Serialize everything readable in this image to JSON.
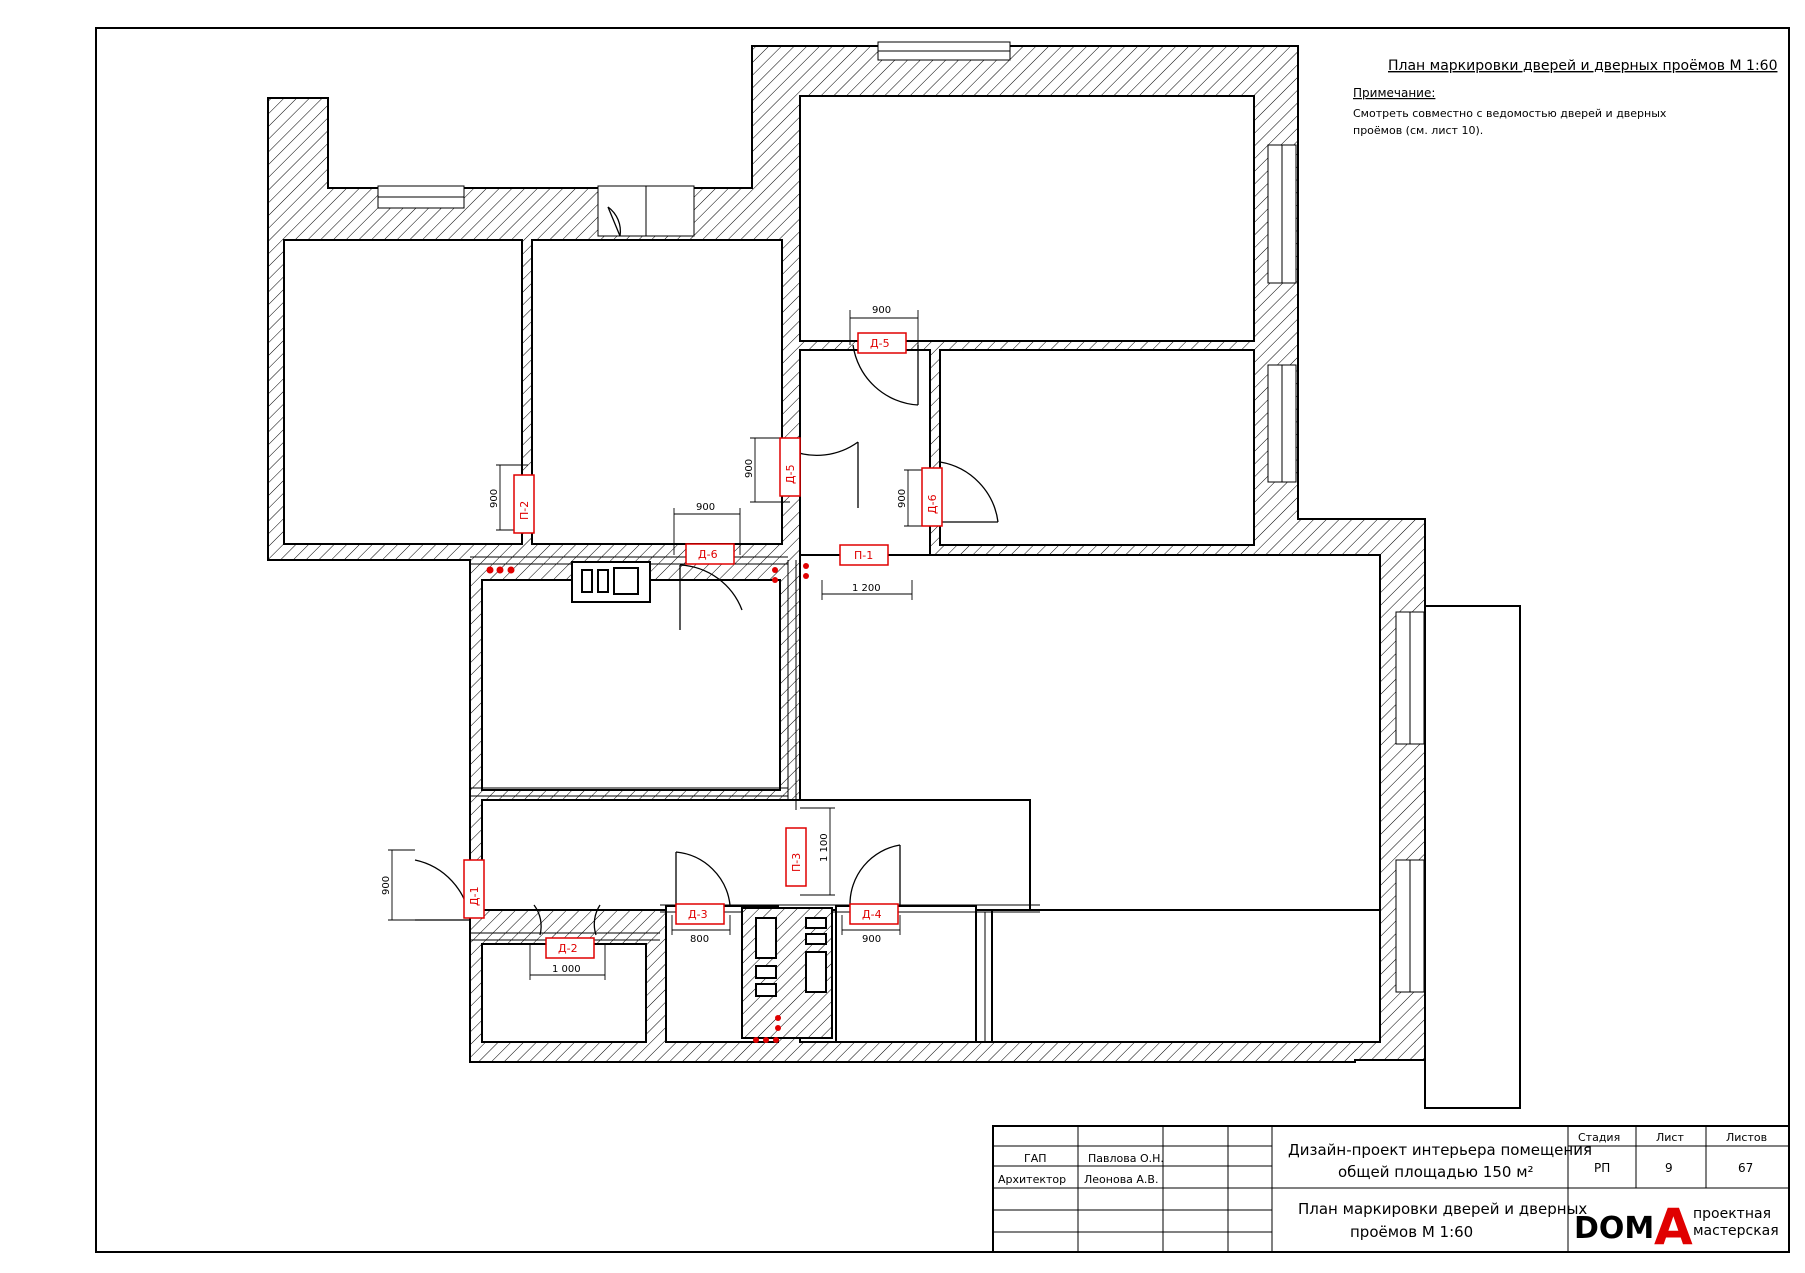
{
  "header": {
    "title": "План маркировки дверей и дверных проёмов М 1:60",
    "note_label": "Примечание:",
    "note_line1": "Смотреть совместно с ведомостью дверей и дверных",
    "note_line2": "проёмов (см. лист 10)."
  },
  "tags": {
    "p1": "П-1",
    "p2": "П-2",
    "p3": "П-3",
    "d1": "Д-1",
    "d2": "Д-2",
    "d3": "Д-3",
    "d4": "Д-4",
    "d5a": "Д-5",
    "d5b": "Д-5",
    "d6a": "Д-6",
    "d6b": "Д-6"
  },
  "dimensions": {
    "d5_top": "900",
    "d5_left": "900",
    "d6_right": "900",
    "p2": "900",
    "d6_bottom": "900",
    "p1": "1 200",
    "p3": "1 100",
    "d1": "900",
    "d2": "1 000",
    "d3": "800",
    "d4": "900"
  },
  "title_block": {
    "role1": "ГАП",
    "name1": "Павлова О.Н.",
    "role2": "Архитектор",
    "name2": "Леонова А.В.",
    "project_line1": "Дизайн-проект интерьера помещения",
    "project_line2": "общей площадью 150 м²",
    "sheet_line1": "План маркировки дверей и дверных",
    "sheet_line2": "проёмов М 1:60",
    "stage_label": "Стадия",
    "sheet_label": "Лист",
    "sheets_label": "Листов",
    "stage": "РП",
    "sheet": "9",
    "sheets": "67",
    "logo_main": "DOM",
    "logo_letter": "А",
    "logo_line1": "проектная",
    "logo_line2": "мастерская"
  },
  "colors": {
    "accent": "#e00000",
    "line": "#000000"
  }
}
